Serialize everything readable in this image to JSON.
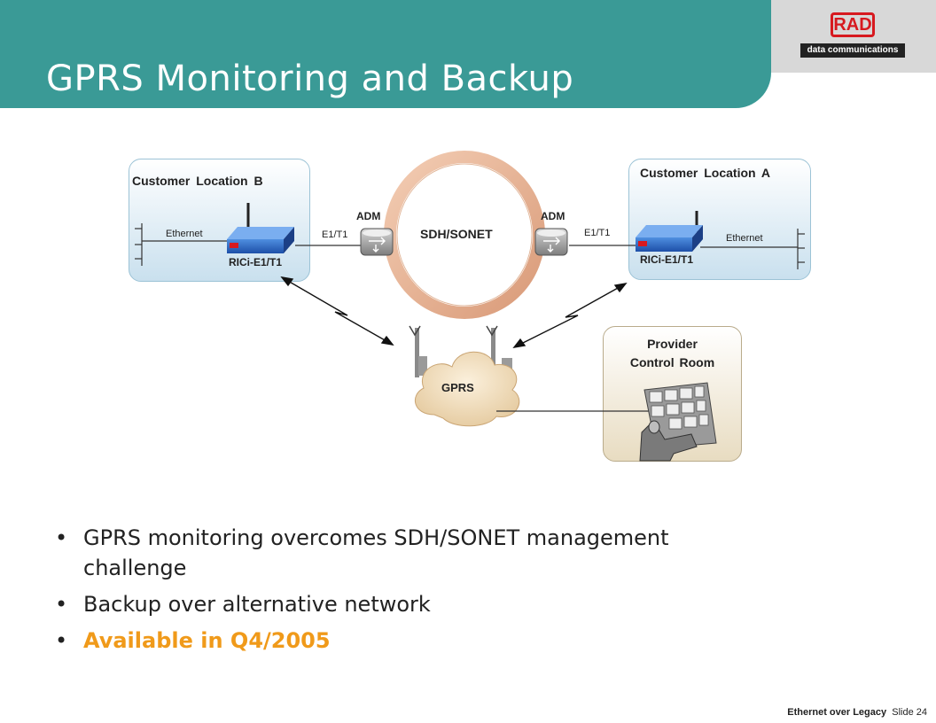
{
  "slide": {
    "title": "GPRS Monitoring and Backup",
    "footer_title": "Ethernet over Legacy",
    "footer_slide": "Slide 24",
    "logo_text": "RAD",
    "logo_subtext": "data communications"
  },
  "diagram": {
    "location_b": {
      "title": "Customer Location B",
      "ethernet": "Ethernet",
      "device": "RICi-E1/T1"
    },
    "location_a": {
      "title": "Customer Location A",
      "ethernet": "Ethernet",
      "device": "RICi-E1/T1"
    },
    "adm_left": "ADM",
    "adm_right": "ADM",
    "ring": "SDH/SONET",
    "link_left": "E1/T1",
    "link_right": "E1/T1",
    "cloud": "GPRS",
    "control_room": {
      "line1": "Provider",
      "line2": "Control Room"
    }
  },
  "bullets": [
    {
      "line1": "GPRS monitoring overcomes SDH/SONET management",
      "line2": "challenge"
    },
    {
      "text": "Backup over alternative network"
    },
    {
      "text": "Available in Q4/2005",
      "color": "#f09a1a"
    }
  ],
  "colors": {
    "header": "#3a9a96",
    "accent": "#f09a1a",
    "logo_red": "#d7191f"
  }
}
